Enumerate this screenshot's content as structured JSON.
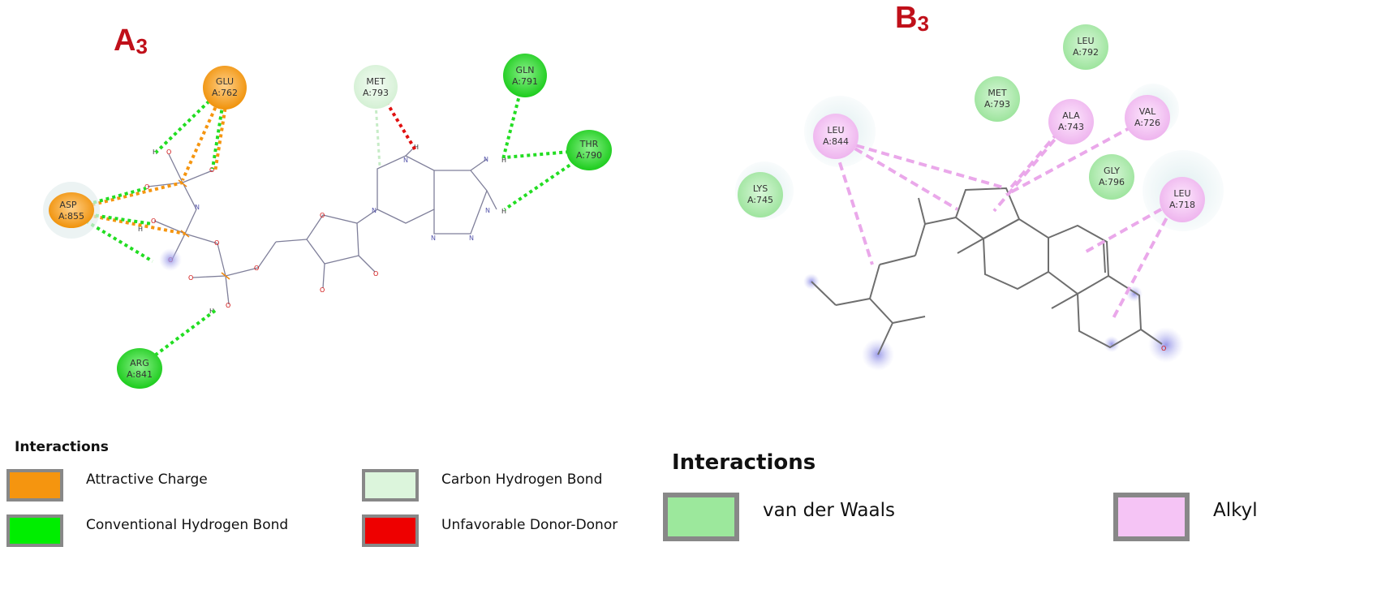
{
  "panels": [
    {
      "label": "A",
      "label_sub": "3",
      "residues": [
        {
          "name": "GLU",
          "chain": "A:762",
          "type": "attractive-charge"
        },
        {
          "name": "MET",
          "chain": "A:793",
          "type": "carbon-hydrogen-bond"
        },
        {
          "name": "GLN",
          "chain": "A:791",
          "type": "conventional-hydrogen-bond"
        },
        {
          "name": "THR",
          "chain": "A:790",
          "type": "conventional-hydrogen-bond"
        },
        {
          "name": "ASP",
          "chain": "A:855",
          "type": "attractive-charge"
        },
        {
          "name": "ARG",
          "chain": "A:841",
          "type": "conventional-hydrogen-bond"
        }
      ],
      "legend": {
        "title": "Interactions",
        "items": [
          {
            "label": "Attractive Charge",
            "color": "#f5950f"
          },
          {
            "label": "Carbon Hydrogen Bond",
            "color": "#dcf5dc"
          },
          {
            "label": "Conventional Hydrogen Bond",
            "color": "#00ee00"
          },
          {
            "label": "Unfavorable Donor-Donor",
            "color": "#ee0000"
          }
        ]
      }
    },
    {
      "label": "B",
      "label_sub": "3",
      "residues": [
        {
          "name": "LEU",
          "chain": "A:792",
          "type": "van-der-waals"
        },
        {
          "name": "MET",
          "chain": "A:793",
          "type": "van-der-waals"
        },
        {
          "name": "ALA",
          "chain": "A:743",
          "type": "alkyl"
        },
        {
          "name": "VAL",
          "chain": "A:726",
          "type": "alkyl"
        },
        {
          "name": "LEU",
          "chain": "A:844",
          "type": "alkyl"
        },
        {
          "name": "GLY",
          "chain": "A:796",
          "type": "van-der-waals"
        },
        {
          "name": "LYS",
          "chain": "A:745",
          "type": "van-der-waals"
        },
        {
          "name": "LEU",
          "chain": "A:718",
          "type": "alkyl"
        }
      ],
      "legend": {
        "title": "Interactions",
        "items": [
          {
            "label": "van der Waals",
            "color": "#9ce89c"
          },
          {
            "label": "Alkyl",
            "color": "#f5c4f5"
          }
        ]
      }
    }
  ],
  "atom_labels": {
    "hydrogen": "H",
    "oxygen": "O",
    "nitrogen": "N",
    "phosphorus": "P"
  },
  "colors": {
    "attractive_charge": "#f5950f",
    "conventional_hbond": "#22dd22",
    "carbon_hbond": "#c6ecc6",
    "unfavorable": "#e01010",
    "van_der_waals": "#a5e8a5",
    "alkyl": "#f3bff3",
    "alkyl_line": "#eaa8ea",
    "bond": "#7a7a7a",
    "panel_label": "#c0101a"
  }
}
